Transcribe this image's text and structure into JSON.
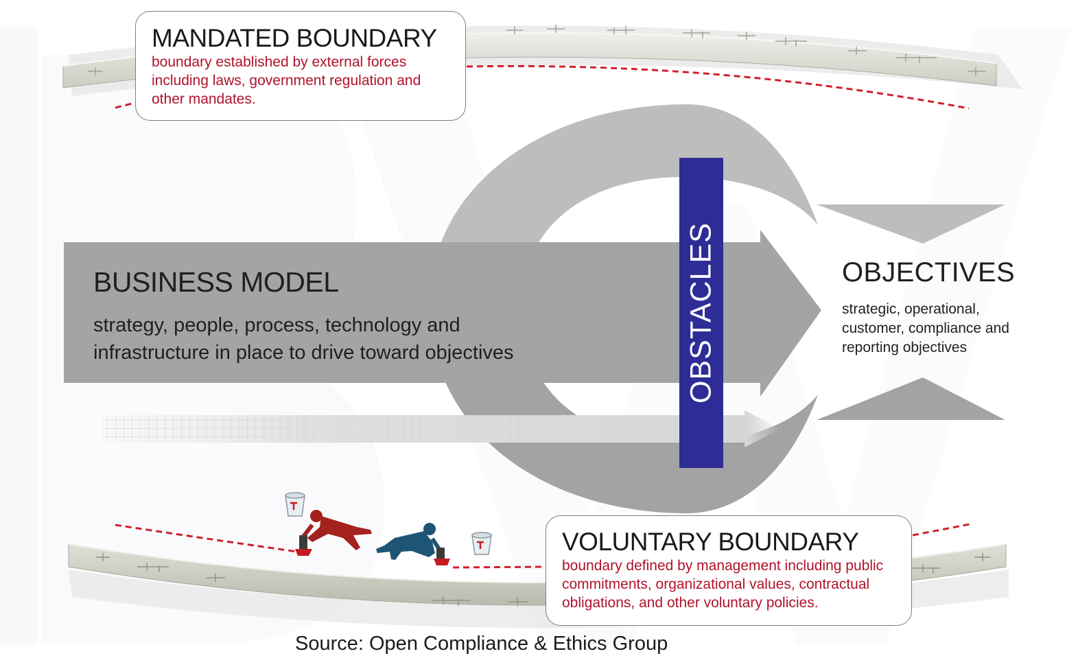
{
  "mandated_boundary": {
    "title": "MANDATED BOUNDARY",
    "description": [
      "boundary established by external forces",
      "including laws, government regulation and",
      "other mandates."
    ]
  },
  "business_model": {
    "title": "BUSINESS MODEL",
    "description": [
      "strategy, people, process, technology and",
      "infrastructure in place to drive toward objectives"
    ]
  },
  "obstacles": {
    "label": "OBSTACLES"
  },
  "objectives": {
    "title": "OBJECTIVES",
    "description": [
      "strategic, operational,",
      "customer, compliance and",
      "reporting objectives"
    ]
  },
  "voluntary_boundary": {
    "title": "VOLUNTARY BOUNDARY",
    "description": [
      "boundary defined by management including public",
      "commitments, organizational values, contractual",
      "obligations, and other voluntary policies."
    ]
  },
  "source": "Source: Open Compliance & Ethics Group",
  "colors": {
    "accent_red": "#b0122b",
    "obstacles_blue": "#2e2c97",
    "arrow_gray": "#a4a4a4",
    "painter_red": "#a3211e",
    "painter_blue": "#1e5575"
  },
  "icons": [
    "painter-red-icon",
    "painter-blue-icon",
    "paint-bucket-icon"
  ]
}
